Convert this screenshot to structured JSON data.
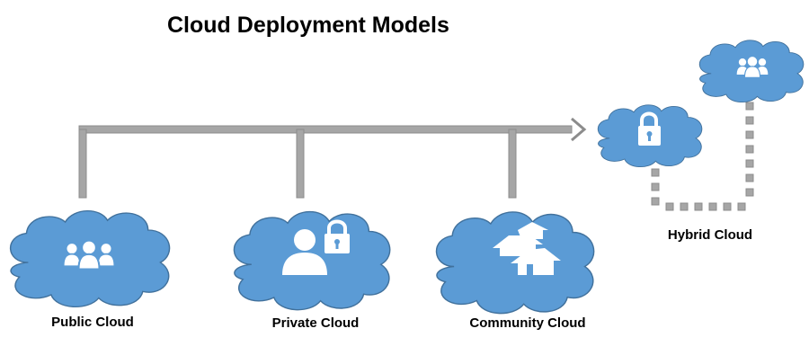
{
  "title": "Cloud Deployment Models",
  "clouds": [
    {
      "id": "public",
      "label": "Public Cloud",
      "icon": "users-icon"
    },
    {
      "id": "private",
      "label": "Private Cloud",
      "icon": "user-lock-icon"
    },
    {
      "id": "community",
      "label": "Community Cloud",
      "icon": "houses-icon"
    },
    {
      "id": "hybrid",
      "label": "Hybrid Cloud",
      "icon": "lock-and-users-icon"
    }
  ],
  "colors": {
    "cloud_fill": "#5b9bd5",
    "cloud_stroke": "#41719c",
    "connector": "#a6a6a6",
    "connector_edge": "#8c8c8c",
    "icon": "#ffffff",
    "text": "#000000"
  }
}
